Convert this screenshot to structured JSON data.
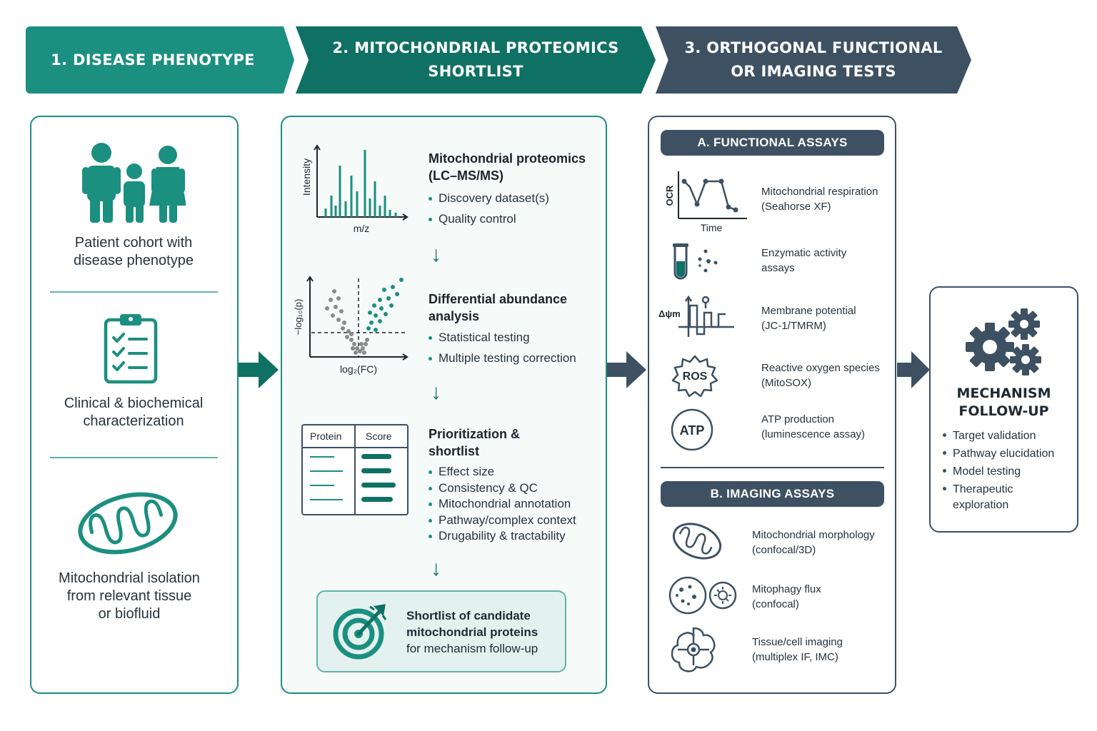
{
  "header": {
    "step1": "1. DISEASE PHENOTYPE",
    "step2": "2. MITOCHONDRIAL PROTEOMICS\nSHORTLIST",
    "step3": "3. ORTHOGONAL FUNCTIONAL\nOR IMAGING TESTS"
  },
  "phenotype": {
    "cohort": "Patient cohort with\ndisease phenotype",
    "clinical": "Clinical & biochemical\ncharacterization",
    "isolation": "Mitochondrial isolation\nfrom relevant tissue\nor biofluid"
  },
  "proteomics": {
    "ms": {
      "title": "Mitochondrial proteomics\n(LC–MS/MS)",
      "bullets": [
        "Discovery dataset(s)",
        "Quality control"
      ],
      "ylabel": "Intensity",
      "xlabel": "m/z"
    },
    "diff": {
      "title": "Differential abundance\nanalysis",
      "bullets": [
        "Statistical testing",
        "Multiple testing correction"
      ],
      "ylabel": "−log₁₀(p)",
      "xlabel": "log₂(FC)"
    },
    "prior": {
      "title": "Prioritization &\nshortlist",
      "bullets": [
        "Effect size",
        "Consistency & QC",
        "Mitochondrial annotation",
        "Pathway/complex context",
        "Drugability & tractability"
      ],
      "col_protein": "Protein",
      "col_score": "Score"
    },
    "shortlist": {
      "line1": "Shortlist of candidate",
      "line2": "mitochondrial proteins",
      "line3": "for mechanism follow-up"
    }
  },
  "tests": {
    "functional_title": "A. FUNCTIONAL ASSAYS",
    "imaging_title": "B. IMAGING ASSAYS",
    "ocr_ylabel": "OCR",
    "ocr_xlabel": "Time",
    "dpsi_label": "Δψm",
    "ros_label": "ROS",
    "atp_label": "ATP",
    "functional": [
      "Mitochondrial respiration\n(Seahorse XF)",
      "Enzymatic activity\nassays",
      "Membrane potential\n(JC-1/TMRM)",
      "Reactive oxygen species\n(MitoSOX)",
      "ATP production\n(luminescence assay)"
    ],
    "imaging": [
      "Mitochondrial morphology\n(confocal/3D)",
      "Mitophagy flux\n(confocal)",
      "Tissue/cell imaging\n(multiplex IF, IMC)"
    ]
  },
  "followup": {
    "title": "MECHANISM\nFOLLOW-UP",
    "bullets": [
      "Target validation",
      "Pathway elucidation",
      "Model testing",
      "Therapeutic\nexploration"
    ]
  },
  "colors": {
    "teal": "#1b8f80",
    "dark_teal": "#0f7064",
    "slate": "#3e5163"
  }
}
